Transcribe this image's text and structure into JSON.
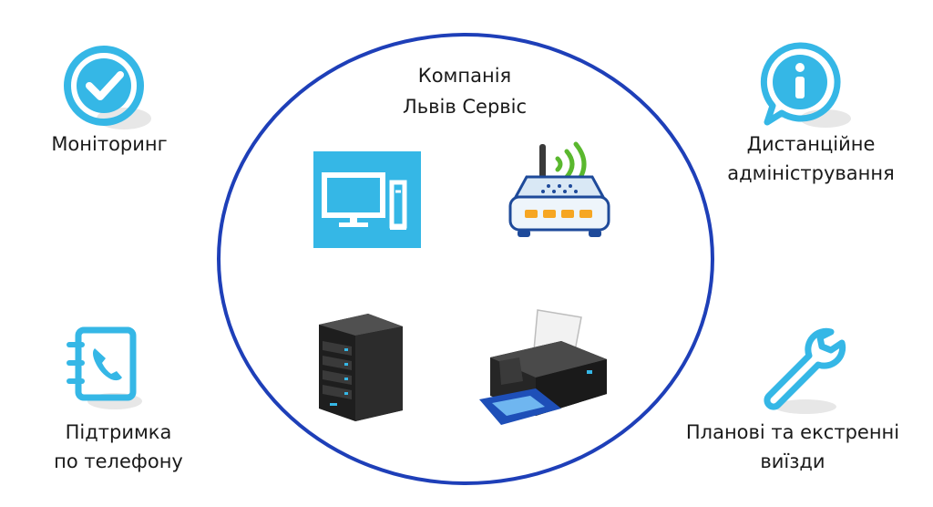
{
  "center": {
    "title_line1": "Компанія",
    "title_line2": "Львів Сервіс"
  },
  "services": {
    "monitoring": "Моніторинг",
    "remote_line1": "Дистанційне",
    "remote_line2": "адміністрування",
    "phone_line1": "Підтримка",
    "phone_line2": "по телефону",
    "visits_line1": "Планові та екстренні",
    "visits_line2": "виїзди"
  },
  "colors": {
    "accent_cyan": "#35b7e6",
    "ring_blue": "#1e3fb8"
  },
  "icons": [
    "check-icon",
    "info-icon",
    "phone-book-icon",
    "wrench-icon",
    "computer-icon",
    "router-icon",
    "server-icon",
    "printer-icon"
  ]
}
